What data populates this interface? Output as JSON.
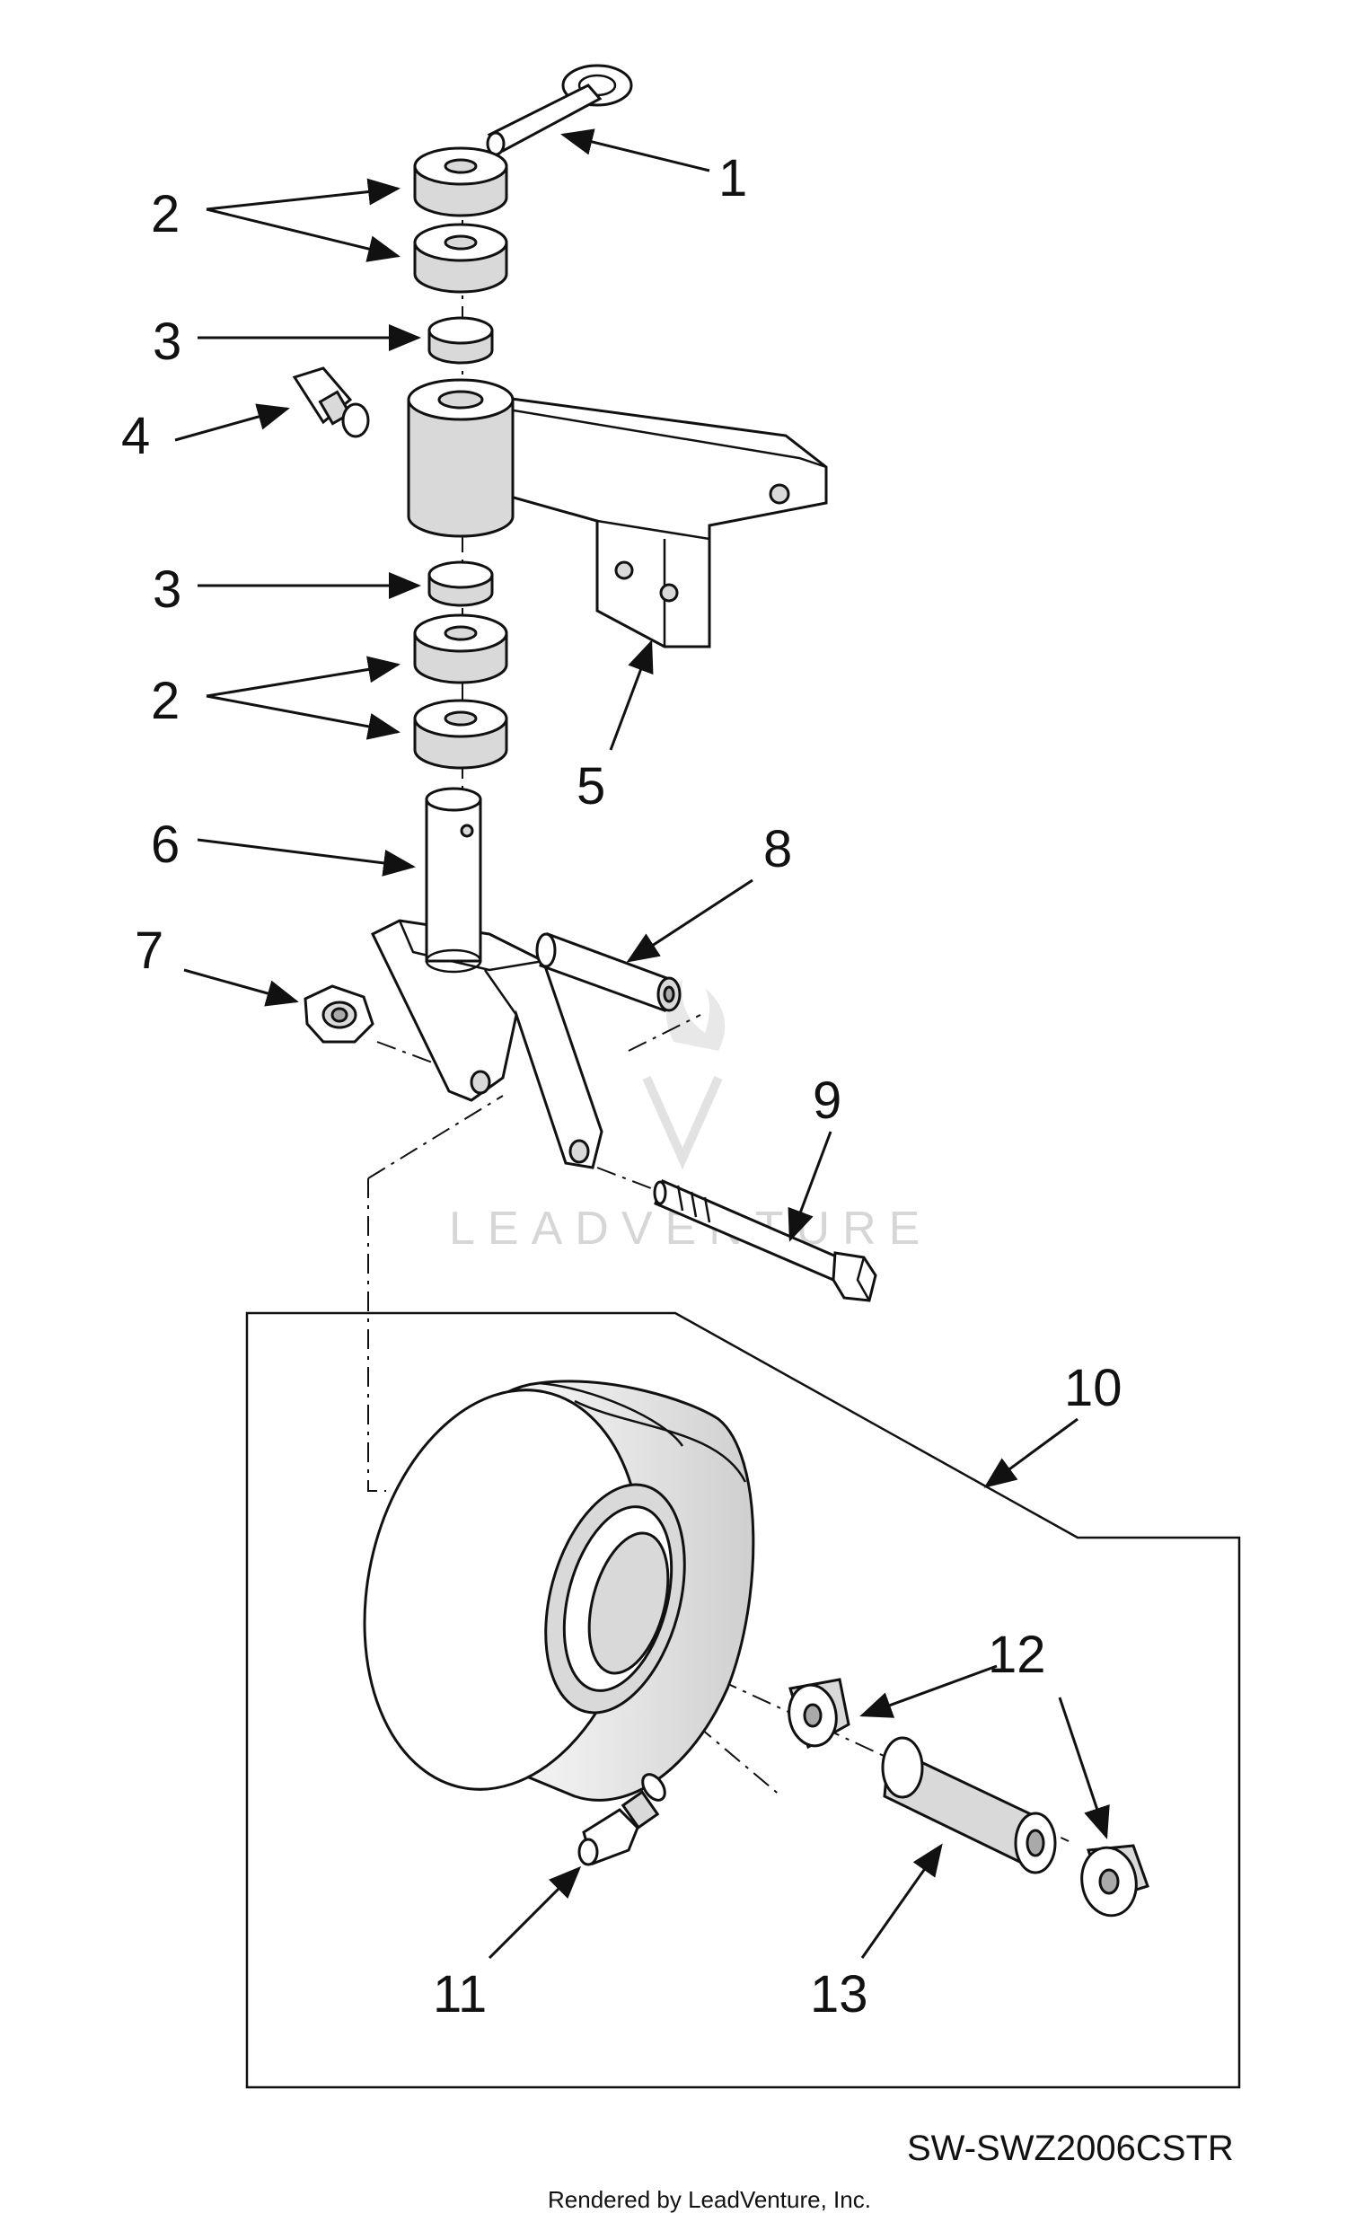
{
  "callouts": {
    "c1": "1",
    "c2a": "2",
    "c3a": "3",
    "c4": "4",
    "c3b": "3",
    "c2b": "2",
    "c5": "5",
    "c6": "6",
    "c7": "7",
    "c8": "8",
    "c9": "9",
    "c10": "10",
    "c11": "11",
    "c12": "12",
    "c13": "13"
  },
  "drawing_code": "SW-SWZ2006CSTR",
  "credit": "Rendered by LeadVenture, Inc.",
  "watermark": "LEADVENTURE"
}
